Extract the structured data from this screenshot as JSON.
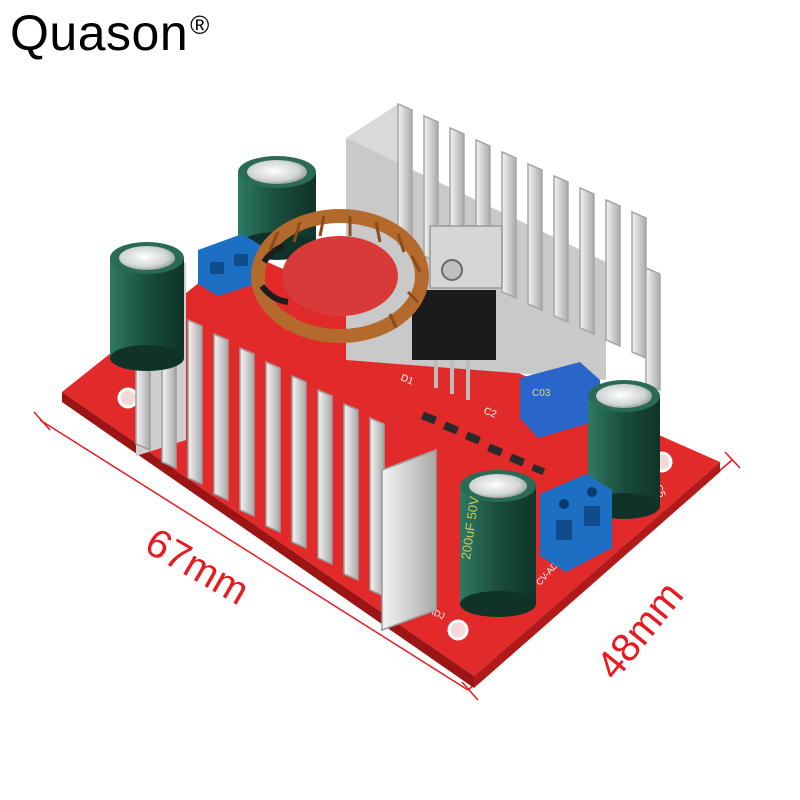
{
  "brand": {
    "name": "Quason",
    "mark": "®"
  },
  "dimensions": {
    "width_label": "67mm",
    "depth_label": "48mm"
  },
  "pcb_labels": {
    "cc_adj": "CC-ADJ",
    "cv_adj": "CV-ADJ",
    "d1": "D1",
    "c5": "C5",
    "c2": "C2",
    "capacitor_rating": "200uF 50V"
  },
  "colors": {
    "pcb": "#e32a2a",
    "dimension": "#e8191f",
    "terminal": "#1d6fc4",
    "capacitor": "#1f5a48",
    "heatsink": "#dcdcdc",
    "coil": "#b56a2d"
  }
}
